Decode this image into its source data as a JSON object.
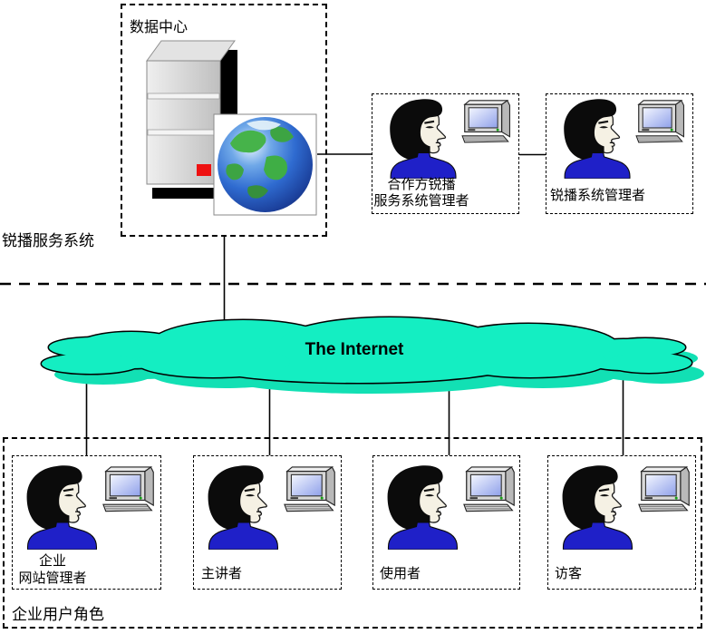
{
  "colors": {
    "cloud": "#14eec2",
    "cloud_shadow": "#12e0b4",
    "shirt_blue": "#1f20c8",
    "face": "#f5f1e4",
    "server_led_red": "#ee1111",
    "outline_black": "#000000"
  },
  "top_section": {
    "system_label": "锐播服务系统",
    "datacenter": {
      "label": "数据中心"
    },
    "icons": {
      "server": "server-tower-icon",
      "globe": "globe-icon"
    },
    "admins": [
      {
        "label_lines": [
          "合作方锐播",
          "服务系统管理者"
        ]
      },
      {
        "label_lines": [
          "锐播系统管理者"
        ]
      }
    ]
  },
  "network": {
    "cloud_label": "The Internet"
  },
  "bottom_section": {
    "group_label": "企业用户角色",
    "roles": [
      {
        "label_lines": [
          "企业",
          "网站管理者"
        ]
      },
      {
        "label_lines": [
          "主讲者"
        ]
      },
      {
        "label_lines": [
          "使用者"
        ]
      },
      {
        "label_lines": [
          "访客"
        ]
      }
    ]
  }
}
